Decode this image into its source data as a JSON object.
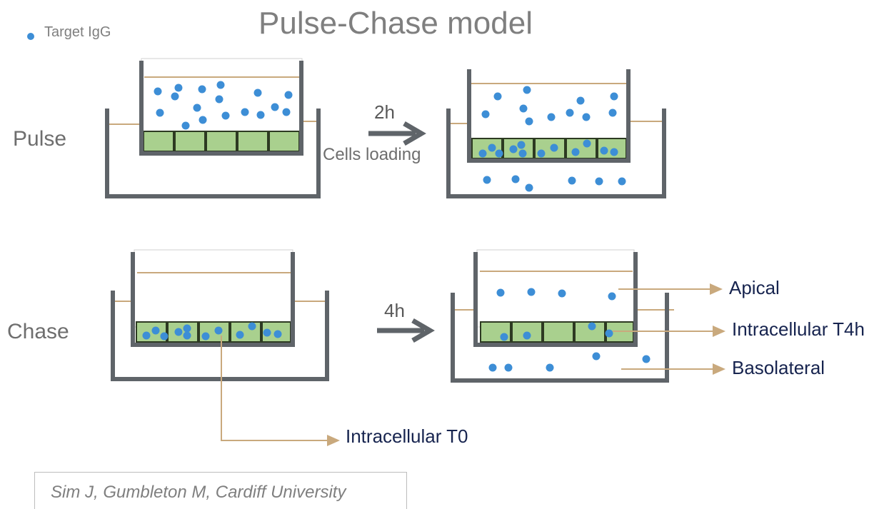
{
  "title": "Pulse-Chase model",
  "legend": {
    "label": "Target IgG",
    "dot_color": "#3d8ed6"
  },
  "rows": {
    "pulse": "Pulse",
    "chase": "Chase"
  },
  "steps": {
    "pulse_time": "2h",
    "pulse_caption": "Cells loading",
    "chase_time": "4h"
  },
  "outputs": {
    "apical": "Apical",
    "intracellular_t4h": "Intracellular T4h",
    "basolateral": "Basolateral",
    "intracellular_t0": "Intracellular T0"
  },
  "citation": "Sim J, Gumbleton M, Cardiff University",
  "colors": {
    "wall": "#5f6469",
    "cell_fill": "#a9d08e",
    "cell_border": "#2d3a22",
    "liquid_line": "#c9a97d",
    "arrow": "#5f6469",
    "pointer": "#c9a97d",
    "dot": "#3d8ed6"
  }
}
